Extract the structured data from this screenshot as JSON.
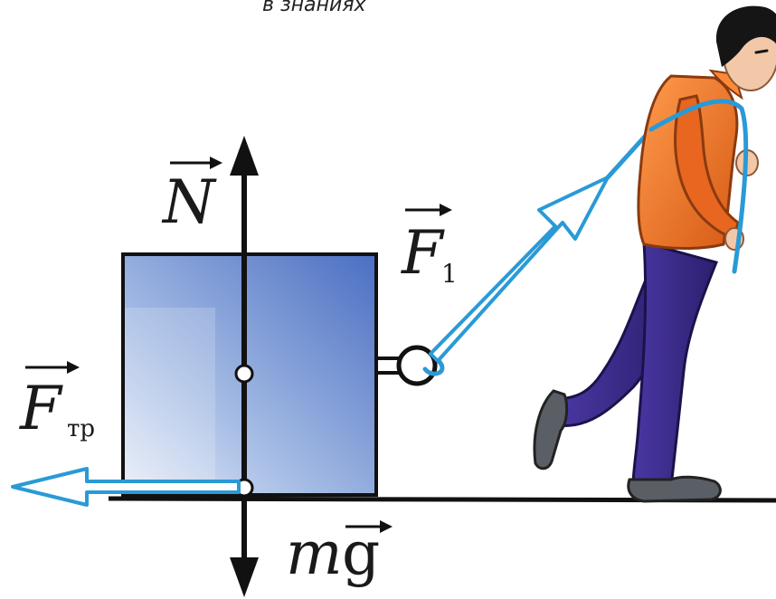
{
  "header": {
    "caption_fragment": "в знаниях"
  },
  "labels": {
    "normal_force": "N",
    "pull_force": "F",
    "pull_force_sub": "1",
    "friction_force": "F",
    "friction_force_sub": "тр",
    "gravity_m": "m",
    "gravity_g": "g"
  },
  "colors": {
    "block_light": "#c7d6ee",
    "block_dark": "#4f72c4",
    "force_arrow_outline": "#2a9ad6",
    "axis_line": "#111111",
    "jacket": "#f07a2a",
    "trousers": "#3b2a86",
    "hair": "#151515",
    "skin": "#f3c8a8",
    "shoe": "#5a5f66"
  }
}
